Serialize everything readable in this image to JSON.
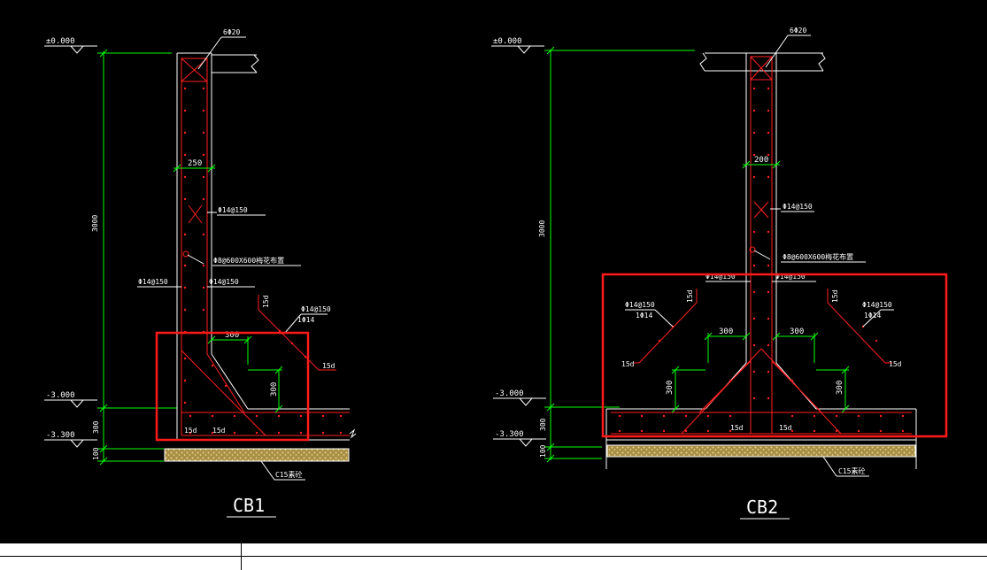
{
  "colors": {
    "background": "#000000",
    "dimension": "#00ff00",
    "outline": "#ffffff",
    "rebar": "#ff2020",
    "highlight": "#ff1a1a",
    "concrete": "#d6c07a"
  },
  "cb1": {
    "elev_top": "±0.000",
    "elev_mid": "-3.000",
    "elev_bot": "-3.300",
    "dim_height": "3000",
    "dim_300": "300",
    "dim_100": "100",
    "width": "250",
    "bar_top": "6Φ20",
    "bar_vert": "Φ14@150",
    "bar_tie": "Φ8@600X600梅花布置",
    "bar_left": "Φ14@150",
    "bar_right": "Φ14@150",
    "bar_slope": "Φ14@150",
    "bar_slope2": "1Φ14",
    "haunch_w": "300",
    "haunch_h": "300",
    "anchor_a": "15d",
    "anchor_b": "15d",
    "anchor_c": "15d",
    "anchor_d": "15d",
    "bed": "C15素砼",
    "title": "CB1"
  },
  "cb2": {
    "elev_top": "±0.000",
    "elev_mid": "-3.000",
    "elev_bot": "-3.300",
    "dim_height": "3000",
    "dim_300": "300",
    "dim_100": "100",
    "width": "200",
    "bar_top": "6Φ20",
    "bar_vert": "Φ14@150",
    "bar_tie": "Φ8@600X600梅花布置",
    "bar_left": "Φ14@150",
    "bar_right": "Φ14@150",
    "bar_slope_l": "Φ14@150",
    "bar_slope_l2": "1Φ14",
    "bar_slope_r": "Φ14@150",
    "bar_slope_r2": "1Φ14",
    "haunch_wl": "300",
    "haunch_wr": "300",
    "haunch_hl": "300",
    "haunch_hr": "300",
    "anchor_l": "15d",
    "anchor_r": "15d",
    "anchor_ll": "15d",
    "anchor_rr": "15d",
    "anchor_bl": "15d",
    "anchor_br": "15d",
    "bed": "C15素砼",
    "title": "CB2"
  }
}
